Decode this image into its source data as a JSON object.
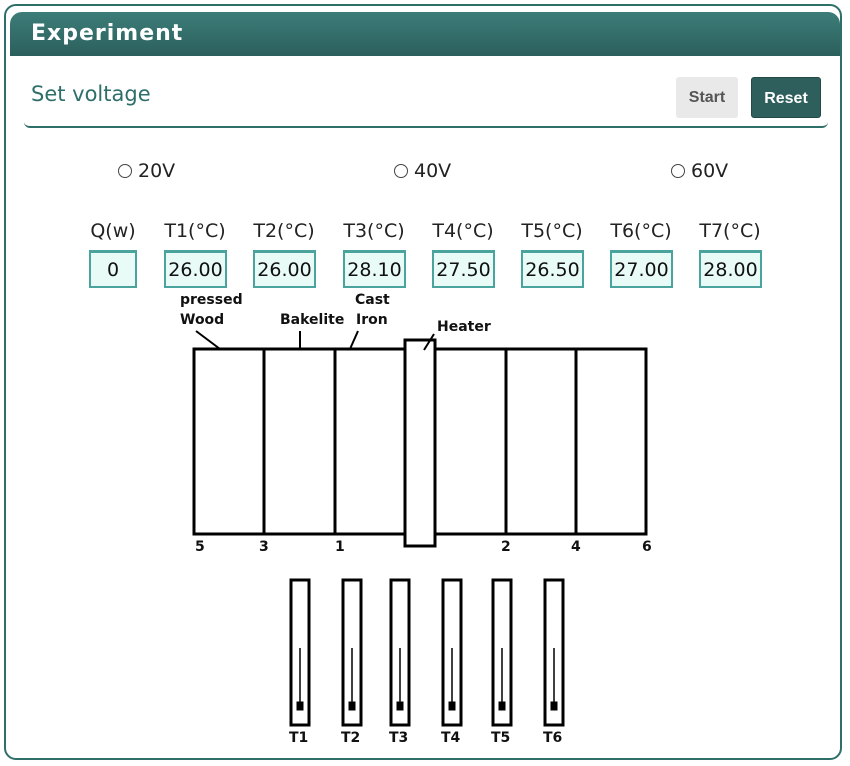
{
  "header": {
    "title": "Experiment"
  },
  "controls": {
    "subtitle": "Set voltage",
    "start_label": "Start",
    "reset_label": "Reset",
    "voltage_options": [
      "20V",
      "40V",
      "60V"
    ]
  },
  "readings": {
    "labels": [
      "Q(w)",
      "T1(°C)",
      "T2(°C)",
      "T3(°C)",
      "T4(°C)",
      "T5(°C)",
      "T6(°C)",
      "T7(°C)"
    ],
    "values": [
      "0",
      "26.00",
      "26.00",
      "28.10",
      "27.50",
      "26.50",
      "27.00",
      "28.00"
    ]
  },
  "diagram": {
    "labels": {
      "pressed": "pressed",
      "wood": "Wood",
      "bakelite": "Bakelite",
      "cast": "Cast",
      "iron": "Iron",
      "heater": "Heater"
    },
    "positions": [
      "5",
      "3",
      "1",
      "2",
      "4",
      "6"
    ],
    "thermometers": [
      "T1",
      "T2",
      "T3",
      "T4",
      "T5",
      "T6"
    ]
  },
  "colors": {
    "accent": "#2f6f6a",
    "field_bg": "#e8fbf7",
    "field_border": "#4aa39c"
  }
}
